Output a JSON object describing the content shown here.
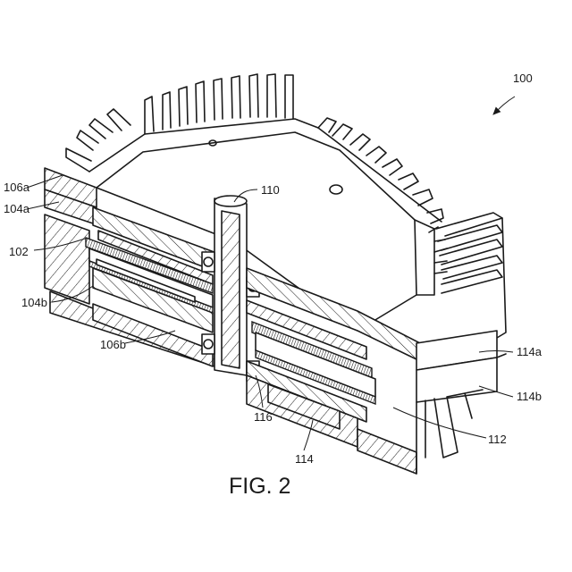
{
  "figure": {
    "caption": "FIG. 2",
    "labels": {
      "l100": "100",
      "l110": "110",
      "l106a": "106a",
      "l104a": "104a",
      "l102": "102",
      "l104b": "104b",
      "l106b": "106b",
      "l116": "116",
      "l114": "114",
      "l112": "112",
      "l114a": "114a",
      "l114b": "114b"
    }
  },
  "colors": {
    "ink": "#1a1a1a",
    "paper": "#ffffff"
  }
}
